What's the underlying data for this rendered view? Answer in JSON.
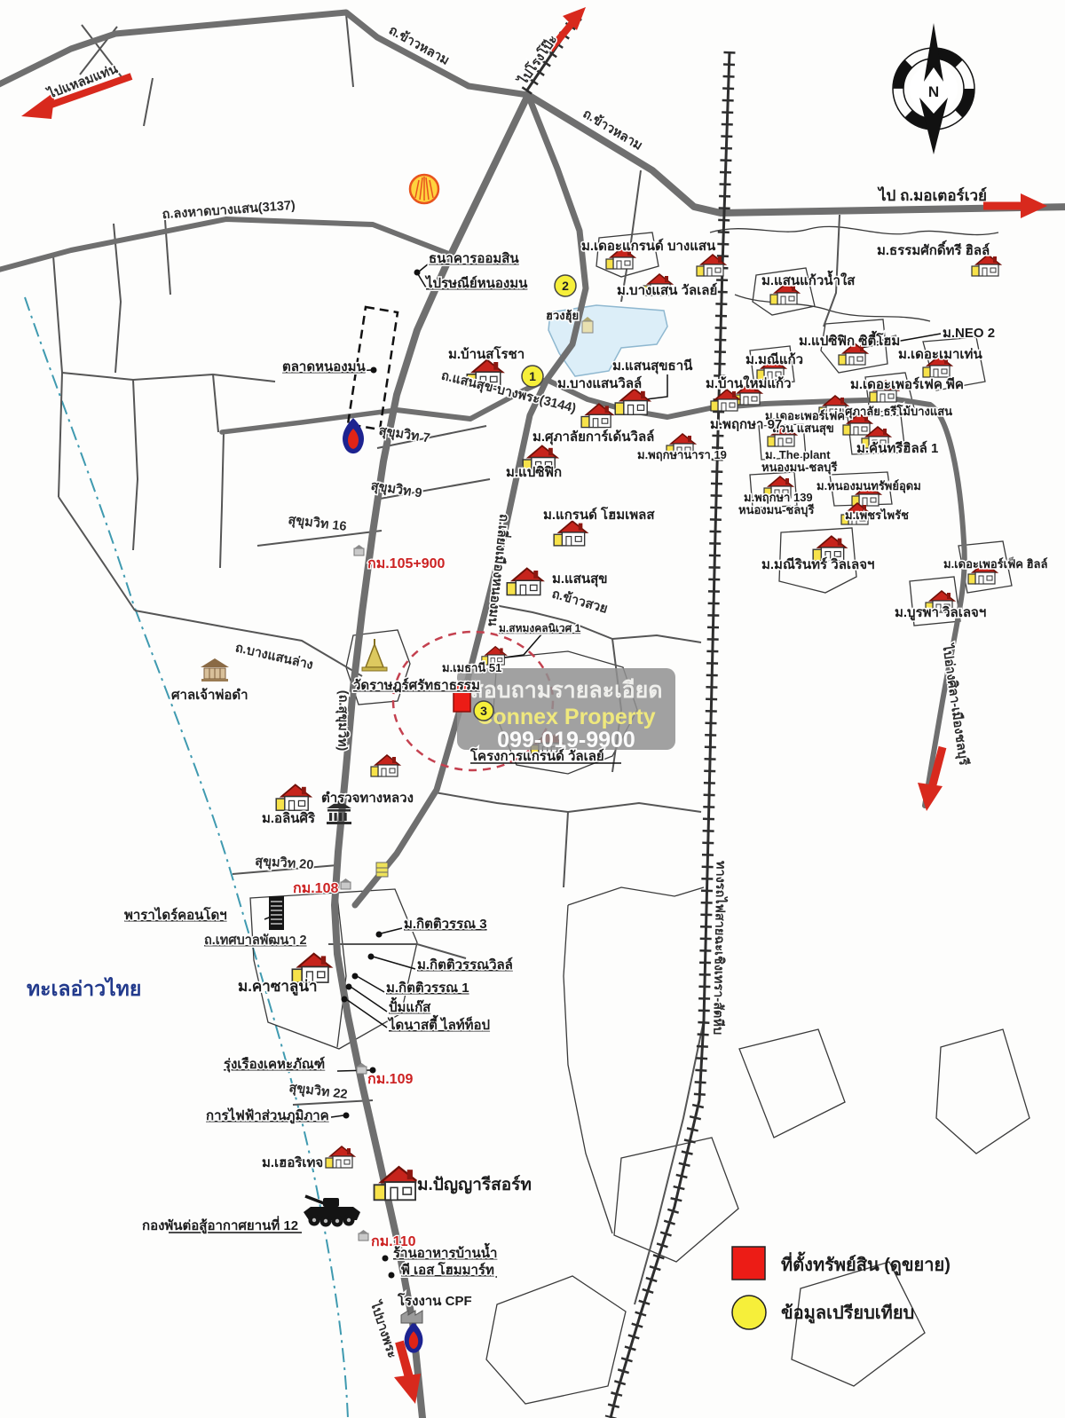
{
  "legend": {
    "property_site": "ที่ตั้งทรัพย์สิน (ดูขยาย)",
    "comparison": "ข้อมูลเปรียบเทียบ"
  },
  "compass": {
    "north": "N"
  },
  "watermark": {
    "line1": "สอบถามรายละเอียด",
    "line2": "Connex Property",
    "line3": "099-019-9900"
  },
  "markers": {
    "m1": "1",
    "m2": "2",
    "m3": "3"
  },
  "directions": {
    "laem_thaen": "ไปแหลมแท่น",
    "rong_po": "ไปโรงโป๊ะ",
    "motorway": "ไป ถ.มอเตอร์เวย์",
    "ang_sila": "ไปอ่างศิลา-เมืองชลบุรี",
    "bang_phra": "ไปบางพระ"
  },
  "roads": {
    "khao_lam_1": "ถ.ข้าวหลาม",
    "khao_lam_2": "ถ.ข้าวหลาม",
    "long_hat_bangsaen": "ถ.ลงหาดบางแสน(3137)",
    "saensuk_bangphra": "ถ.แสนสุข-บางพระ(3144)",
    "liang_mueang": "ถ.เลี่ยงเมืองหนองมน",
    "sukhumvit": "(ถ.สุขุมวิท)",
    "bangsaen_lang": "ถ.บางแสนล่าง",
    "tessaban_pattana": "ถ.เทศบาลพัฒนา 2",
    "khao_suay": "ถ.ข้าวสวย",
    "railway": "ทางรถไฟสายฉะเชิงเทรา-สัตหีบ",
    "soi7": "สุขุมวิท 7",
    "soi9": "สุขุมวิท 9",
    "soi16": "สุขุมวิท 16",
    "soi20": "สุขุมวิท 20",
    "soi22": "สุขุมวิท 22"
  },
  "km_posts": {
    "km105": "กม.105+900",
    "km108": "กม.108",
    "km109": "กม.109",
    "km110": "กม.110"
  },
  "places": {
    "omsin": "ธนาคารออมสิน",
    "post_office": "ไปรษณีย์หนองมน",
    "nongmon_market": "ตลาดหนองมน",
    "grand_bangsaen": "ม.เดอะแกรนด์ บางแสน",
    "thammasak_hill": "ม.ธรรมศักดิ์ทรี ฮิลล์",
    "bangsaen_valley": "ม.บางแสน วัลเลย์",
    "saen_kaew": "ม.แสนแก้วน้ำใส",
    "huang_huy": "ฮวงฮุ้ย",
    "neo2": "ม.NEO 2",
    "pacific_city_home": "ม.แปซิฟิก ซิตี้โฮม",
    "manee_kaew": "ม.มณีแก้ว",
    "the_mountain": "ม.เดอะเมาเท่น",
    "baan_mai_kaew": "ม.บ้านใหม่แก้ว",
    "saensuk_thani": "ม.แสนสุขธานี",
    "baan_sarocha": "ม.บ้านสโรชา",
    "bangsaen_ville": "ม.บางแสนวิลล์",
    "perfect_peak": "ม.เดอะเพอร์เฟค พีค",
    "supalai_3mo": "ม.ศุภาลัย ธรีโม้บางแสน",
    "perfect_line1": "ม.เดอะเพอร์เฟค",
    "perfect_line2": "สวน แสนสุข",
    "pruksa97": "ม.พฤกษา 97",
    "supalai_garden": "ม.ศุภาลัยการ์เด้นวิลล์",
    "country_hill": "ม.คันทรีฮิลล์ 1",
    "the_plant_line1": "ม. The plant",
    "the_plant_line2": "หนองมน-ชลบุรี",
    "pruksa_nara": "ม.พฤกษานารา 19",
    "pacific": "ม.แปซิฟิก",
    "pruksa139_line1": "ม.พฤกษา 139",
    "pruksa139_line2": "หนองมน-ชลบุรี",
    "nongmon_sap": "ม.หนองมนทรัพย์อุดม",
    "phet_phairat": "ม.เพชรไพรัช",
    "grand_homeplace": "ม.แกรนด์ โฮมเพลส",
    "maneerin": "ม.มณีรินทร์ วิลเลจฯ",
    "saensuk": "ม.แสนสุข",
    "perfect_hill": "ม.เดอะเพอร์เฟ็ค ฮิลล์",
    "burapha": "ม.บูรพา วิลเลจฯ",
    "sahamongkol": "ม.สหมงคลนิเวศ 1",
    "methani51": "ม.เมธานี 51",
    "wat_rat": "วัดราษฎร์ศรัทธาธรรม",
    "grand_valley": "โครงการแกรนด์ วัลเลย์",
    "alinsiri": "ม.อลินศิริ",
    "highway_police": "ตำรวจทางหลวง",
    "chao_pho_dam": "ศาลเจ้าพ่อดำ",
    "paradise_condo": "พาราไดร์คอนโดฯ",
    "kittiwan3": "ม.กิตติวรรณ 3",
    "kittiwan_ville": "ม.กิตติวรรณวิลล์",
    "kittiwan1": "ม.กิตติวรรณ 1",
    "gas_station": "ปั้มแก๊ส",
    "dynasty": "ไดนาสตี้ ไลท์ท็อป",
    "casa_luna": "ม.คาซาลูน่า",
    "gulf_sea": "ทะเลอ่าวไทย",
    "rungruang": "รุ่งเรืองเคหะภัณฑ์",
    "pea": "การไฟฟ้าส่วนภูมิภาค",
    "heritage": "ม.เฮอริเทจ",
    "panya_resort": "ม.ปัญญารีสอร์ท",
    "air_defense": "กองพันต่อสู้อากาศยานที่ 12",
    "ban_nam": "ร้านอาหารบ้านน้ำ",
    "ps_homemart": "พี เอส โฮมมาร์ท",
    "cpf": "โรงงาน CPF"
  },
  "icons": {
    "compass": "compass-rose-icon",
    "house": "house-icon",
    "shell": "shell-gas-station-icon",
    "ptt": "ptt-gas-station-icon",
    "government": "government-building-icon",
    "condo": "condo-building-icon",
    "tank": "military-tank-icon",
    "shrine": "shrine-icon",
    "temple": "temple-icon",
    "factory": "factory-icon",
    "arrow": "direction-arrow-icon",
    "property_marker": "property-location-marker",
    "comparison_marker": "comparison-data-marker"
  },
  "colors": {
    "road": "#6f6f6f",
    "property_marker": "#ec1c16",
    "comparison_marker": "#f6ef3a",
    "arrow_red": "#d8291d",
    "sea_label": "#223a8c",
    "km_text": "#cc2222",
    "pond_fill": "#dceef8",
    "watermark_bg": "#909090"
  }
}
